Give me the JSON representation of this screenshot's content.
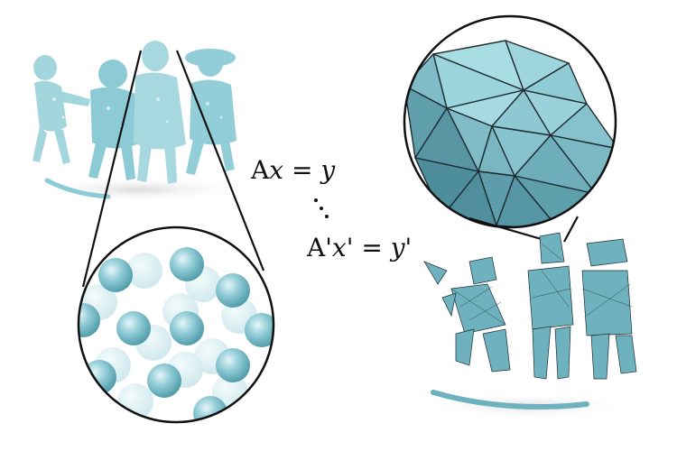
{
  "equations": {
    "first": {
      "lhs_coef": "A",
      "lhs_var": "x",
      "op": "=",
      "rhs": "y"
    },
    "second": {
      "lhs_coef": "A'",
      "lhs_var": "x'",
      "op": "=",
      "rhs": "y'"
    }
  },
  "colors": {
    "teal": "#7cc4d0",
    "teal_light": "#bfe6ec",
    "teal_dark": "#3e7f8c",
    "mesh": "#5aa7b5",
    "mesh_edge": "#1f2d33"
  }
}
